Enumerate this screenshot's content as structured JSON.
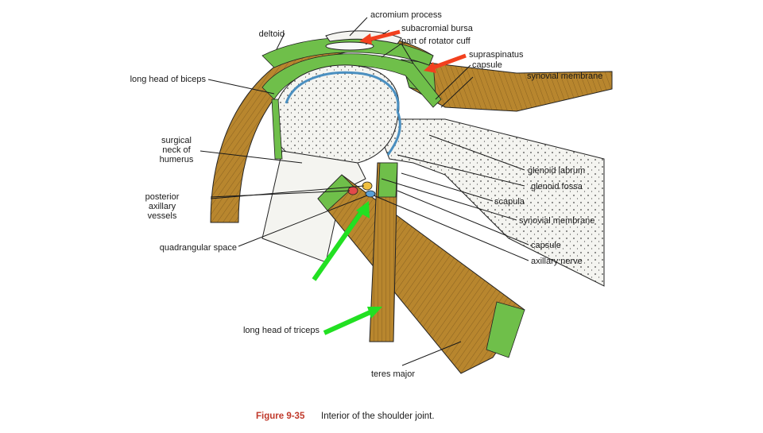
{
  "labels": {
    "acromium_process": "acromium process",
    "subacromial_bursa": "subacromial bursa",
    "part_of_rotator_cuff": "part of rotator cuff",
    "supraspinatus": "supraspinatus",
    "capsule_top": "capsule",
    "synovial_membrane_top": "synovial membrane",
    "deltoid": "deltoid",
    "long_head_of_biceps": "long head of biceps",
    "surgical_neck_line1": "surgical",
    "surgical_neck_line2": "neck of",
    "surgical_neck_line3": "humerus",
    "posterior_line1": "posterior",
    "posterior_line2": "axillary",
    "posterior_line3": "vessels",
    "quadrangular_space": "quadrangular space",
    "glenoid_labrum": "glenoid labrum",
    "glenoid_fossa": "glenoid fossa",
    "scapula": "scapula",
    "synovial_membrane_bottom": "synovial membrane",
    "capsule_bottom": "capsule",
    "axillary_nerve": "axillary nerve",
    "long_head_of_triceps": "long head of triceps",
    "teres_major": "teres major"
  },
  "caption": {
    "number": "Figure 9-35",
    "text": "Interior of the shoulder joint."
  },
  "colors": {
    "muscle": "#b8862e",
    "muscle_dark": "#6b4a12",
    "tendon_green": "#6fbf4a",
    "bone": "#f2f2ee",
    "synovium_blue": "#4a8fc0",
    "red_arrow": "#f2401e",
    "green_arrow": "#22e022",
    "caption_red": "#c0392b"
  }
}
